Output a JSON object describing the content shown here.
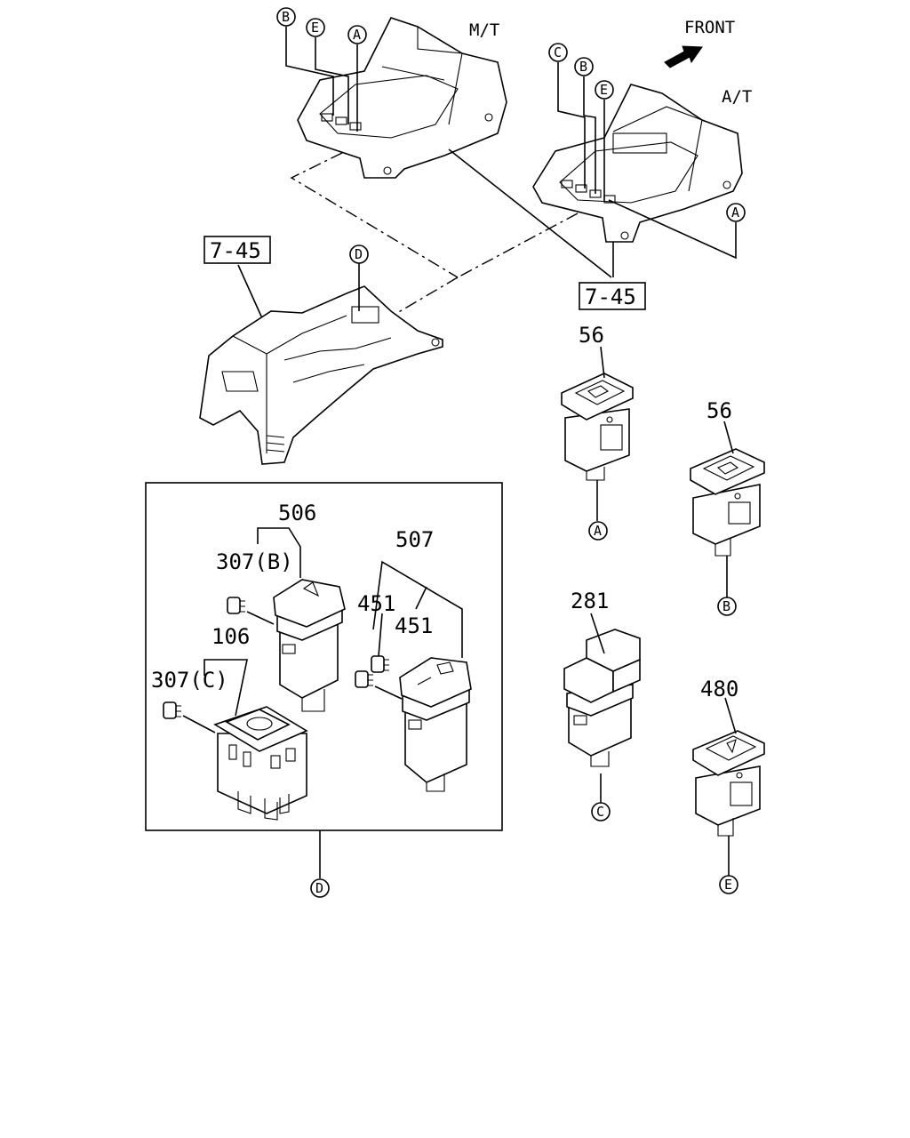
{
  "labels": {
    "mt": "M/T",
    "at": "A/T",
    "front": "FRONT",
    "ref_745_left": "7-45",
    "ref_745_right": "7-45",
    "p506": "506",
    "p507": "507",
    "p307b": "307(B)",
    "p307c": "307(C)",
    "p106": "106",
    "p451a": "451",
    "p451b": "451",
    "p56a": "56",
    "p56b": "56",
    "p281": "281",
    "p480": "480"
  },
  "callouts": {
    "top_b": "B",
    "top_e": "E",
    "top_a": "A",
    "at_c": "C",
    "at_b": "B",
    "at_e": "E",
    "at_a": "A",
    "console_d": "D",
    "sw56_a": "A",
    "sw56_b": "B",
    "sw281_c": "C",
    "sw480_e": "E",
    "box_d": "D"
  },
  "colors": {
    "line": "#000000",
    "background": "#ffffff"
  }
}
